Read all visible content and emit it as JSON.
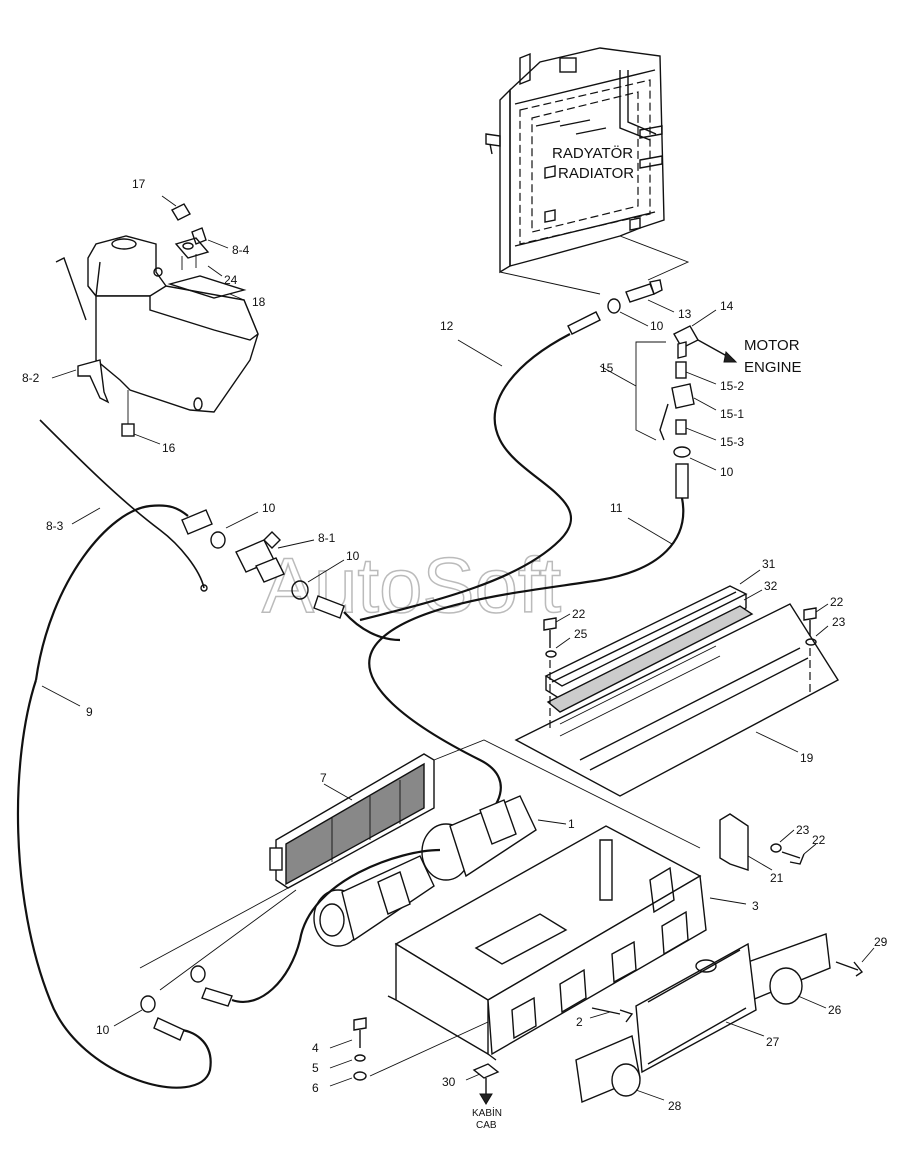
{
  "watermark": "AutoSoft",
  "radiator": {
    "line1": "RADYATÖR",
    "line2": "RADIATOR"
  },
  "motor": {
    "line1": "MOTOR",
    "line2": "ENGINE"
  },
  "cab": {
    "line1": "KABİN",
    "line2": "CAB"
  },
  "callouts": {
    "c1": "1",
    "c2": "2",
    "c3": "3",
    "c4": "4",
    "c5": "5",
    "c6": "6",
    "c7": "7",
    "c8_1": "8-1",
    "c8_2": "8-2",
    "c8_3": "8-3",
    "c8_4": "8-4",
    "c9": "9",
    "c10a": "10",
    "c10b": "10",
    "c10c": "10",
    "c10d": "10",
    "c10e": "10",
    "c11": "11",
    "c12": "12",
    "c13": "13",
    "c14": "14",
    "c15": "15",
    "c15_1": "15-1",
    "c15_2": "15-2",
    "c15_3": "15-3",
    "c16": "16",
    "c17": "17",
    "c18": "18",
    "c19": "19",
    "c21": "21",
    "c22a": "22",
    "c22b": "22",
    "c22c": "22",
    "c23a": "23",
    "c23b": "23",
    "c24": "24",
    "c25": "25",
    "c26": "26",
    "c27": "27",
    "c28": "28",
    "c29": "29",
    "c30": "30",
    "c31": "31",
    "c32": "32"
  }
}
